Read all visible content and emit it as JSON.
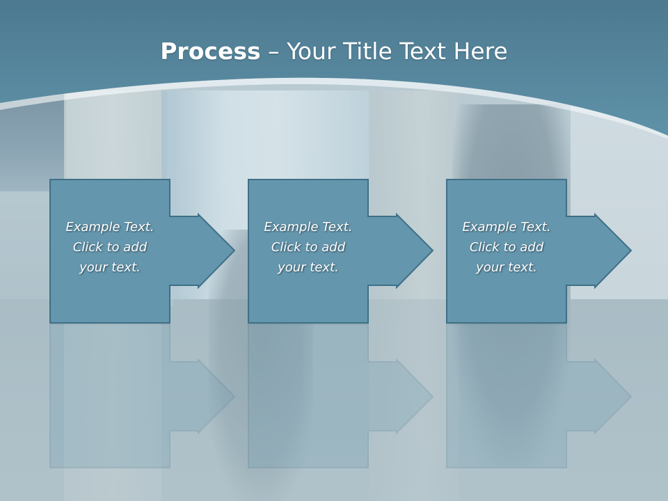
{
  "slide": {
    "title_bold": "Process",
    "title_rest": " – Your Title Text Here"
  },
  "steps": [
    {
      "lines": [
        "Example Text.",
        "Click  to add",
        "your text."
      ]
    },
    {
      "lines": [
        "Example Text.",
        "Click  to add",
        "your text."
      ]
    },
    {
      "lines": [
        "Example Text.",
        "Click  to add",
        "your text."
      ]
    }
  ],
  "colors": {
    "header_band": "#5a8aa0",
    "box_fill": "#6496ad",
    "box_stroke": "#3f6f86",
    "text": "#ffffff"
  }
}
